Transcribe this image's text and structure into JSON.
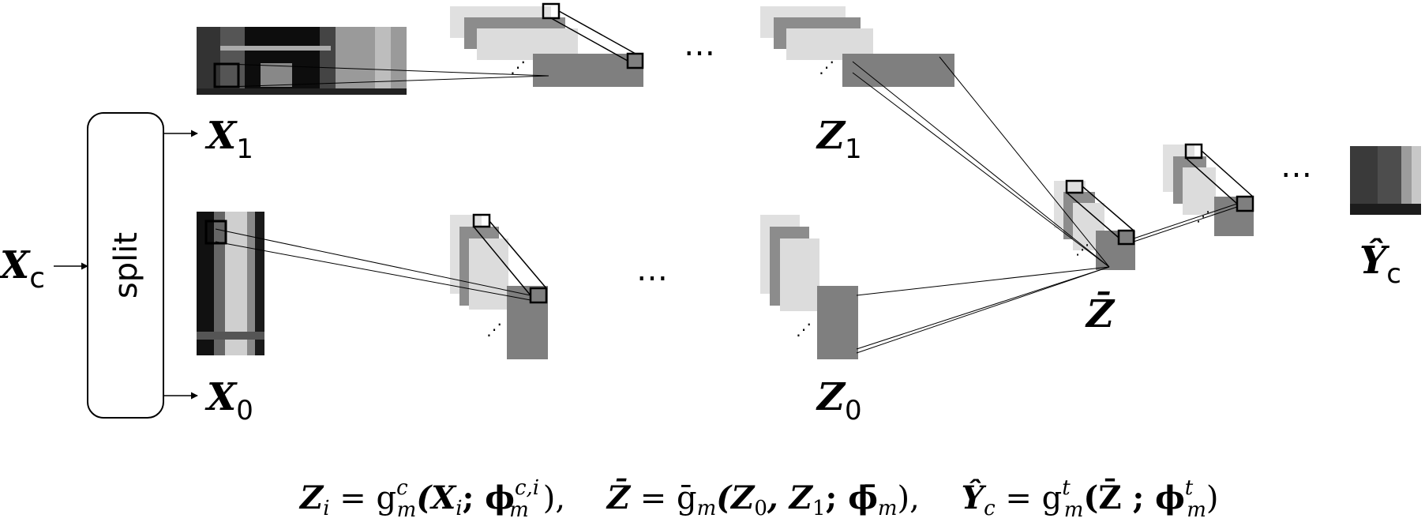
{
  "split_label": "split",
  "input": {
    "var": "X",
    "sub": "c"
  },
  "branch_top": {
    "var": "X",
    "sub": "1"
  },
  "branch_bottom": {
    "var": "X",
    "sub": "0"
  },
  "feature_top": {
    "var": "Z",
    "sub": "1"
  },
  "feature_bottom": {
    "var": "Z",
    "sub": "0"
  },
  "fused": {
    "var": "Z̄"
  },
  "output": {
    "var": "Ŷ",
    "sub": "c"
  },
  "ellipsis": "…",
  "small_dots": "⋰",
  "equation": {
    "part1": "Z",
    "part1_sub": "i",
    "part1_rhs": " = g",
    "part1_sup": "c",
    "part1_sub2": "m",
    "part1_args": "(X",
    "part1_args_sub": "i",
    "part1_args2": "; ϕ",
    "part1_phi_sup": "c,i",
    "part1_phi_sub": "m",
    "part1_close": "),",
    "part2": "Z̄",
    "part2_rhs": "  = ḡ",
    "part2_sub": "m",
    "part2_args": "(Z",
    "part2_args_sub0": "0",
    "part2_comma": ", Z",
    "part2_args_sub1": "1",
    "part2_args2": "; ϕ̄",
    "part2_phi_sub": "m",
    "part2_close": "),",
    "part3": "Ŷ",
    "part3_sub": "c",
    "part3_rhs": "  = g",
    "part3_sup": "t",
    "part3_sub2": "m",
    "part3_args": "(Z̄ ; ϕ",
    "part3_phi_sup": "t",
    "part3_phi_sub": "m",
    "part3_close": ")"
  }
}
